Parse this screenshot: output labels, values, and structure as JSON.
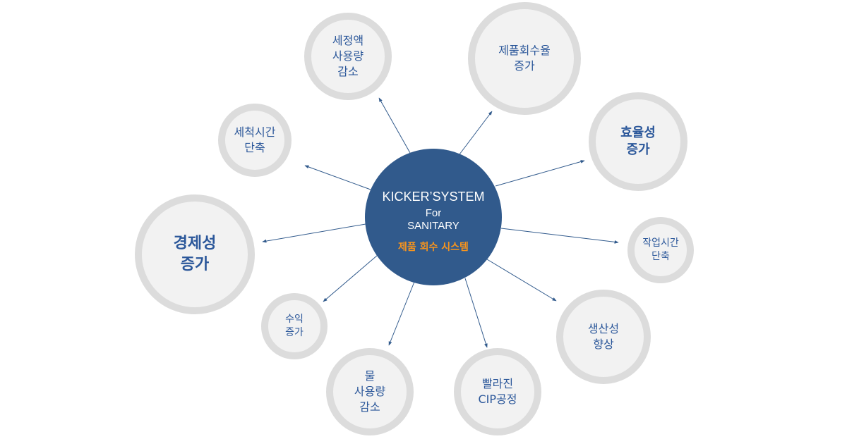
{
  "center": {
    "title": "KICKER’SYSTEM",
    "line2": "For",
    "line3": "SANITARY",
    "subtitle": "제품 회수 시스템"
  },
  "colors": {
    "center_fill": "#315a8c",
    "accent": "#f7941d",
    "bubble_text": "#2b579a",
    "bubble_fill": "#f2f2f2",
    "bubble_border": "#dcdcdc",
    "arrow": "#315a8c"
  },
  "benefits": [
    {
      "lines": [
        "세정액",
        "사용량",
        "감소"
      ]
    },
    {
      "lines": [
        "제품회수율",
        "증가"
      ]
    },
    {
      "lines": [
        "효율성",
        "증가"
      ]
    },
    {
      "lines": [
        "세척시간",
        "단축"
      ]
    },
    {
      "lines": [
        "경제성",
        "증가"
      ]
    },
    {
      "lines": [
        "작업시간",
        "단축"
      ]
    },
    {
      "lines": [
        "수익",
        "증가"
      ]
    },
    {
      "lines": [
        "물",
        "사용량",
        "감소"
      ]
    },
    {
      "lines": [
        "빨라진",
        "CIP공정"
      ]
    },
    {
      "lines": [
        "생산성",
        "향상"
      ]
    }
  ]
}
